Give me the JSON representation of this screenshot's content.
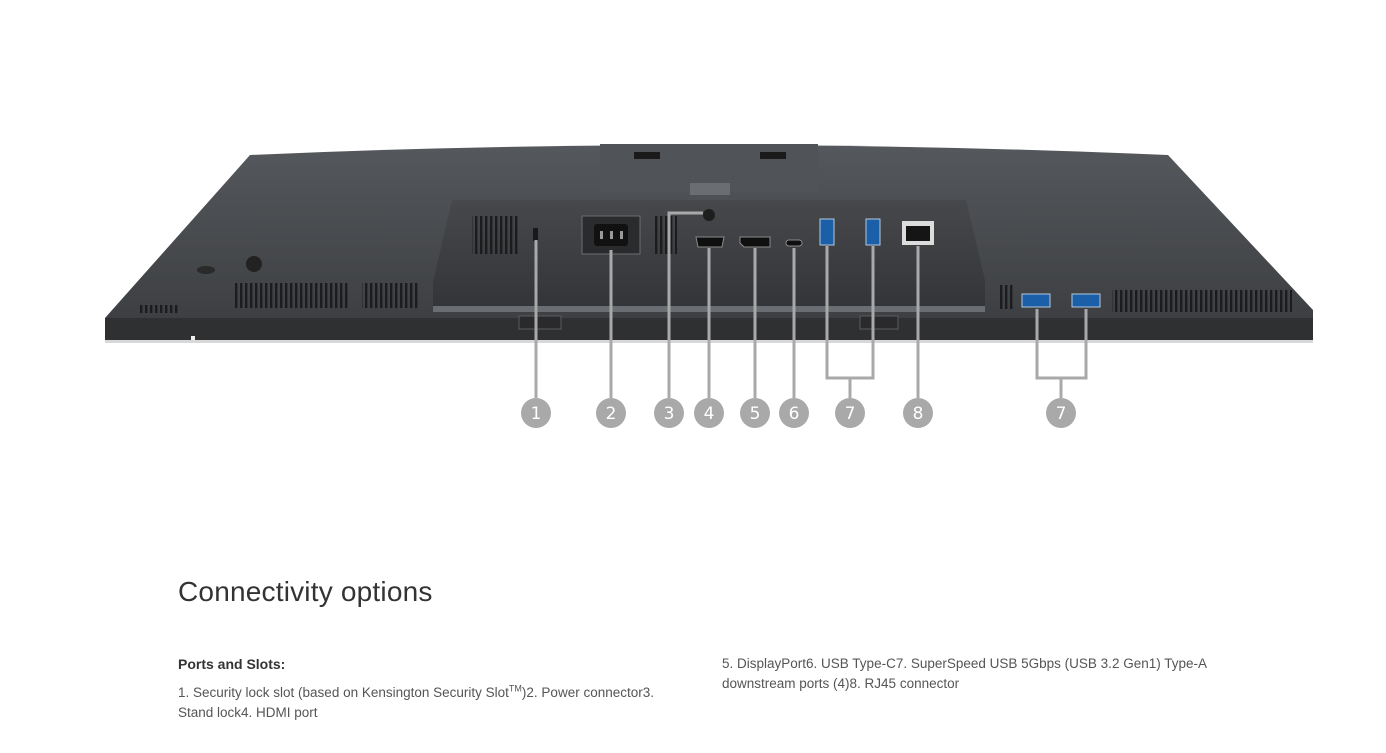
{
  "figure": {
    "callouts": [
      {
        "label": "1"
      },
      {
        "label": "2"
      },
      {
        "label": "3"
      },
      {
        "label": "4"
      },
      {
        "label": "5"
      },
      {
        "label": "6"
      },
      {
        "label": "7"
      },
      {
        "label": "8"
      },
      {
        "label": "7"
      }
    ]
  },
  "section": {
    "title": "Connectivity options",
    "ports_heading": "Ports and Slots:",
    "left_text_a": "1. Security lock slot (based on Kensington Security Slot",
    "left_text_tm": "TM",
    "left_text_b": ")2. Power connector3. Stand lock4. HDMI port",
    "right_text": "5. DisplayPort6. USB Type-C7. SuperSpeed USB 5Gbps (USB 3.2 Gen1) Type-A downstream ports (4)8. RJ45 connector"
  },
  "colors": {
    "callout_fill": "#a9a9a9",
    "monitor_body": "#3f4144",
    "monitor_edge": "#2b2c2e"
  }
}
